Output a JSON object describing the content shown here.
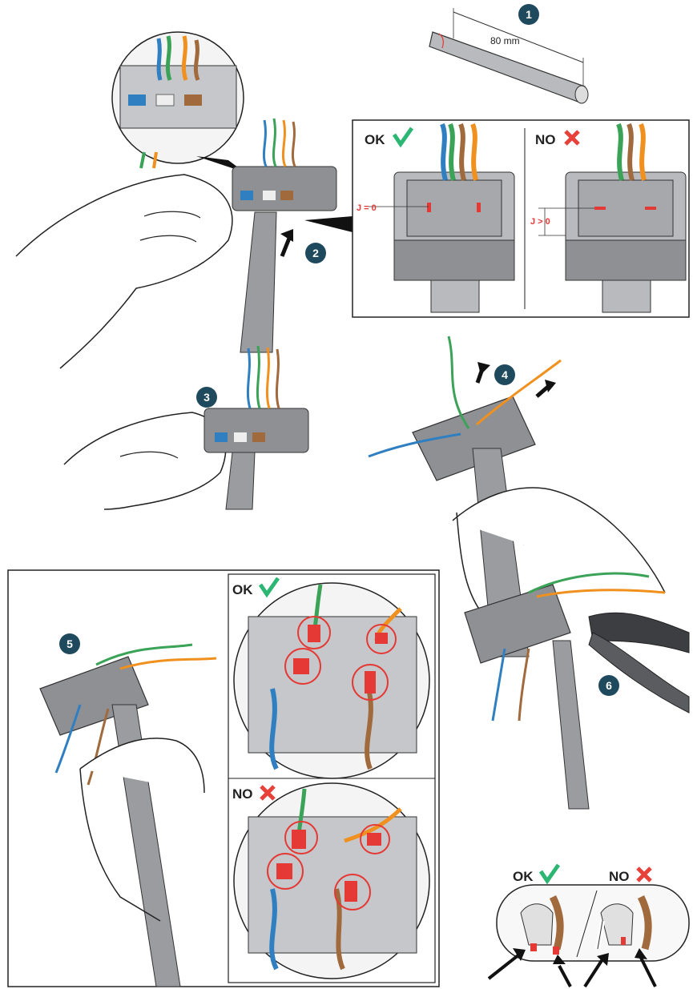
{
  "steps": {
    "s1": "1",
    "s2": "2",
    "s3": "3",
    "s4": "4",
    "s5": "5",
    "s6": "6"
  },
  "cable": {
    "length_label": "80 mm"
  },
  "step2_panel": {
    "ok_label": "OK",
    "no_label": "NO",
    "ok_gap_label": "J = 0",
    "no_gap_label": "J > 0"
  },
  "step5_panel": {
    "ok_label": "OK",
    "no_label": "NO"
  },
  "step6_panel": {
    "ok_label": "OK",
    "no_label": "NO"
  },
  "colors": {
    "step_badge": "#1f4a5e",
    "ok_check": "#2bb673",
    "no_cross": "#e8413a",
    "red_mark": "#e53935",
    "wire_green": "#3aa357",
    "wire_brown": "#a06a3c",
    "wire_orange": "#f0901e",
    "wire_blue": "#2f7fc1",
    "connector_gray": "#8e9094"
  }
}
